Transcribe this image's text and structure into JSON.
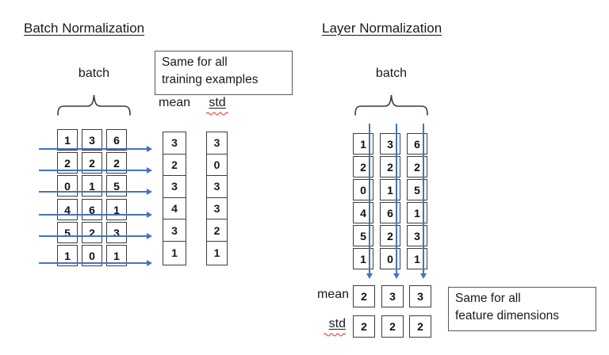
{
  "left": {
    "title": "Batch Normalization",
    "batch_label": "batch",
    "note_line1": "Same for all",
    "note_line2": "training examples",
    "mean_header": "mean",
    "std_header": "std",
    "matrix": [
      [
        1,
        3,
        6
      ],
      [
        2,
        2,
        2
      ],
      [
        0,
        1,
        5
      ],
      [
        4,
        6,
        1
      ],
      [
        5,
        2,
        3
      ],
      [
        1,
        0,
        1
      ]
    ],
    "mean": [
      3,
      2,
      3,
      4,
      3,
      1
    ],
    "std": [
      3,
      0,
      3,
      3,
      2,
      1
    ]
  },
  "right": {
    "title": "Layer Normalization",
    "batch_label": "batch",
    "note_line1": "Same for all",
    "note_line2": "feature dimensions",
    "mean_label": "mean",
    "std_label": "std",
    "matrix": [
      [
        1,
        3,
        6
      ],
      [
        2,
        2,
        2
      ],
      [
        0,
        1,
        5
      ],
      [
        4,
        6,
        1
      ],
      [
        5,
        2,
        3
      ],
      [
        1,
        0,
        1
      ]
    ],
    "mean": [
      2,
      3,
      3
    ],
    "std": [
      2,
      2,
      2
    ]
  },
  "colors": {
    "arrow_blue": "#4472C4",
    "cell_border": "#3d3d3d",
    "note_border": "#595959",
    "squiggle_red": "#e0362c",
    "text": "#1a1a1a"
  }
}
